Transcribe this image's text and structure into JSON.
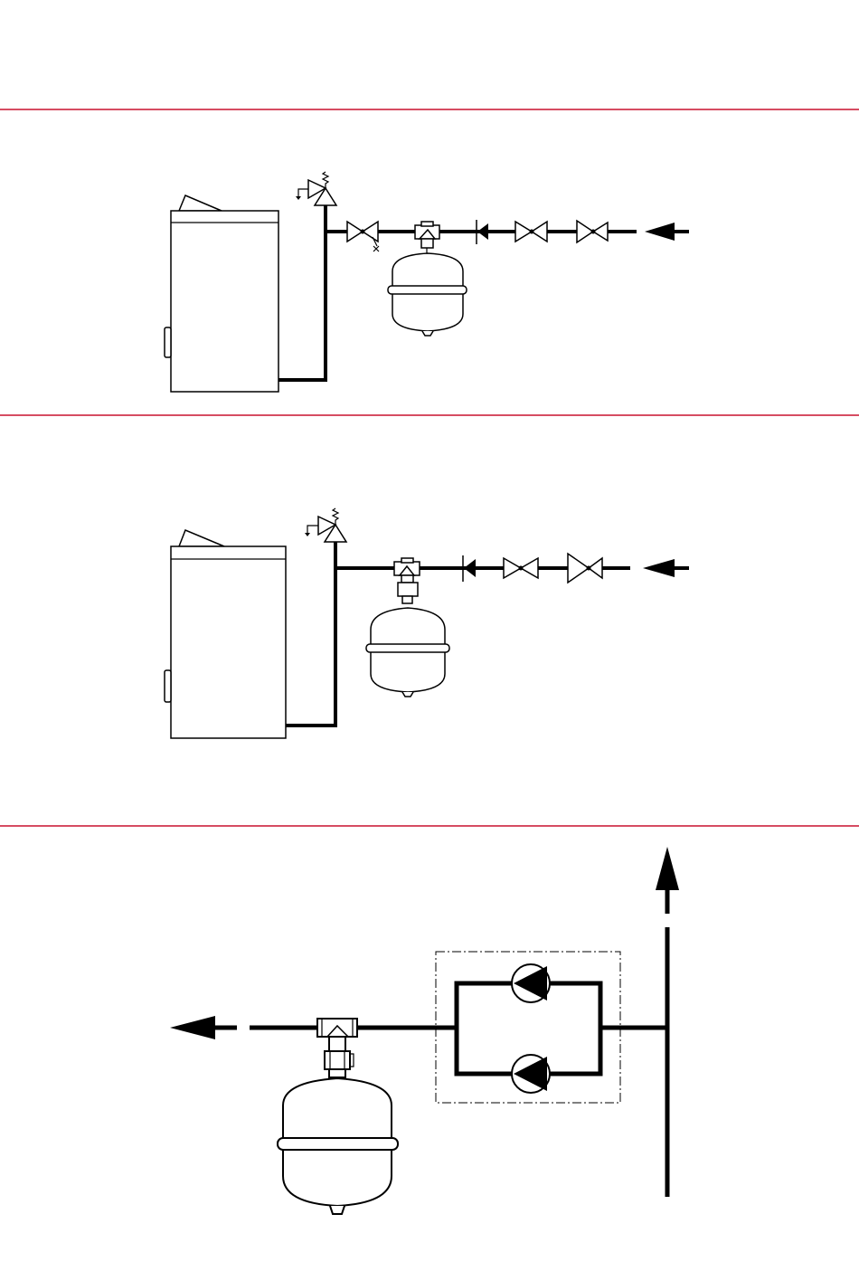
{
  "colors": {
    "divider": "#c8102e",
    "line": "#000000",
    "background": "#ffffff"
  },
  "diagrams": [
    {
      "id": "top",
      "components": [
        "boiler",
        "safety-valve",
        "shutoff-valve-with-drain",
        "fitting",
        "expansion-vessel",
        "check-valve",
        "shutoff-valve",
        "shutoff-valve",
        "flow-arrow"
      ]
    },
    {
      "id": "middle",
      "components": [
        "boiler",
        "safety-valve",
        "fitting",
        "expansion-vessel",
        "check-valve",
        "shutoff-valve",
        "shutoff-valve",
        "flow-arrow"
      ]
    },
    {
      "id": "bottom",
      "components": [
        "flow-arrow-left",
        "fitting",
        "expansion-vessel",
        "pump-group",
        "pump",
        "pump",
        "flow-arrow-up"
      ]
    }
  ]
}
